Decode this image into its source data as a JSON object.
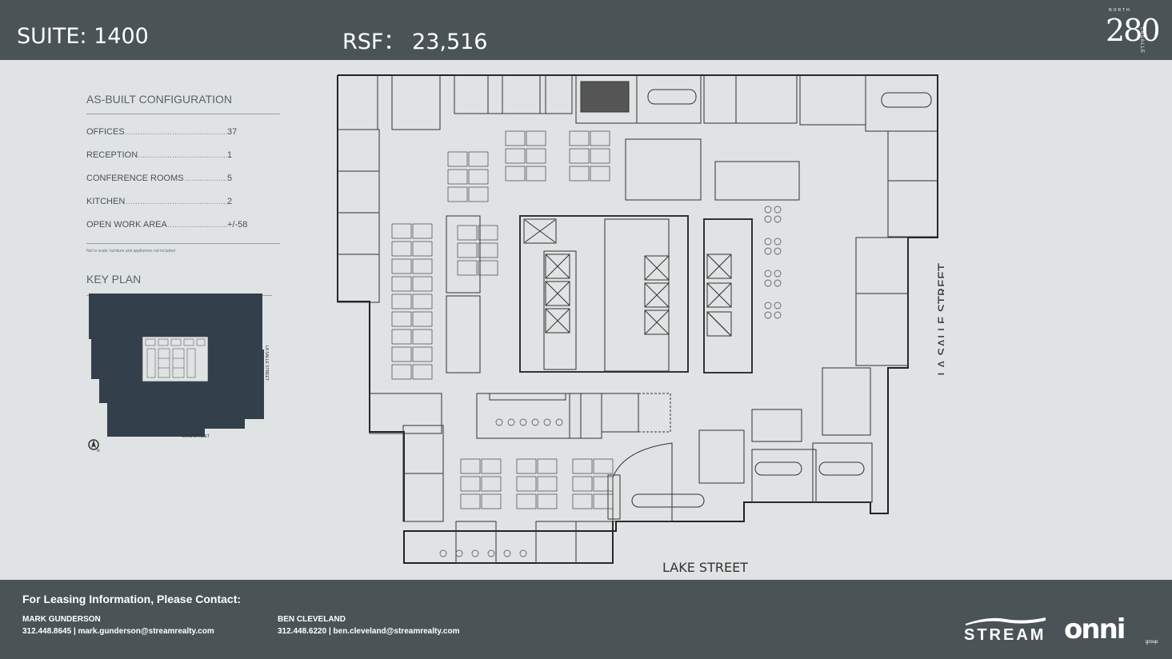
{
  "header": {
    "suite": "SUITE: 1400",
    "rsf": "RSF： 23,516"
  },
  "logo": {
    "number": "280",
    "top_text": "NORTH",
    "side_text": "LASALLE"
  },
  "sidebar": {
    "config_title": "AS-BUILT CONFIGURATION",
    "rows": [
      {
        "label": "OFFICES",
        "value": "37"
      },
      {
        "label": "RECEPTION",
        "value": "1"
      },
      {
        "label": "CONFERENCE ROOMS",
        "value": "5"
      },
      {
        "label": "KITCHEN",
        "value": "2"
      },
      {
        "label": "OPEN WORK AREA",
        "value": "+/-58"
      }
    ],
    "note": "Not to scale, furniture and appliances not included",
    "key_plan_title": "KEY PLAN",
    "key_plan_street_right": "LA SALLE STREET",
    "key_plan_street_bottom": "LAKE STREET",
    "north_label": "N"
  },
  "plan": {
    "street_right": "LA SALLE STREET",
    "street_bottom": "LAKE STREET"
  },
  "footer": {
    "title": "For Leasing Information, Please Contact:",
    "contacts": [
      {
        "name": "MARK GUNDERSON",
        "info": "312.448.8645 | mark.gunderson@streamrealty.com"
      },
      {
        "name": "BEN CLEVELAND",
        "info": "312.448.6220 | ben.cleveland@streamrealty.com"
      }
    ],
    "brand1": "STREAM",
    "brand2": "onni",
    "brand2_sub": "group"
  }
}
